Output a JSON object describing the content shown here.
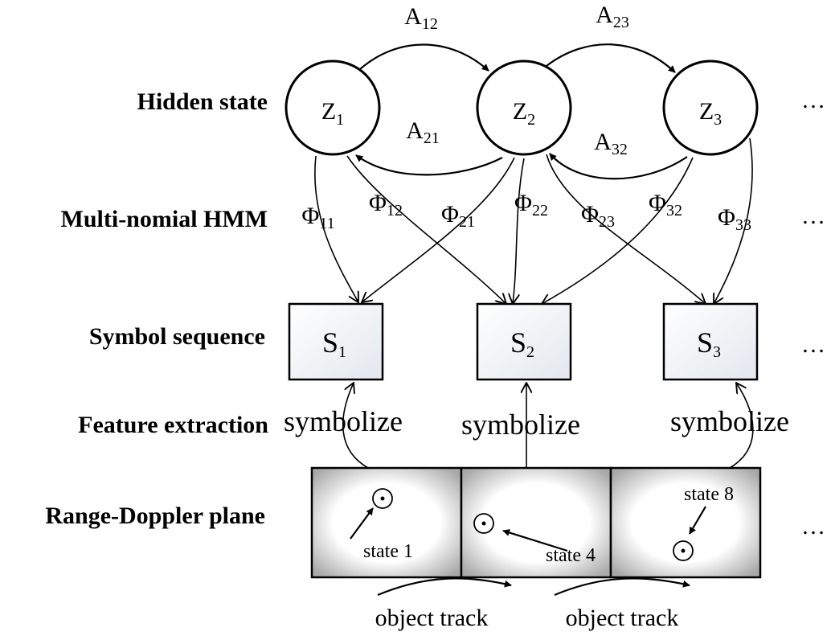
{
  "rows": {
    "hidden_state": "Hidden state",
    "hmm": "Multi-nomial HMM",
    "symbol_sequence": "Symbol sequence",
    "feature_extraction": "Feature extraction",
    "range_doppler": "Range-Doppler plane"
  },
  "states": [
    {
      "base": "Z",
      "sub": "1"
    },
    {
      "base": "Z",
      "sub": "2"
    },
    {
      "base": "Z",
      "sub": "3"
    }
  ],
  "transitions": [
    {
      "base": "A",
      "sub": "12"
    },
    {
      "base": "A",
      "sub": "23"
    },
    {
      "base": "A",
      "sub": "21"
    },
    {
      "base": "A",
      "sub": "32"
    }
  ],
  "emissions": [
    {
      "base": "Φ",
      "sub": "11"
    },
    {
      "base": "Φ",
      "sub": "12"
    },
    {
      "base": "Φ",
      "sub": "21"
    },
    {
      "base": "Φ",
      "sub": "22"
    },
    {
      "base": "Φ",
      "sub": "23"
    },
    {
      "base": "Φ",
      "sub": "32"
    },
    {
      "base": "Φ",
      "sub": "33"
    }
  ],
  "symbols": [
    {
      "base": "S",
      "sub": "1"
    },
    {
      "base": "S",
      "sub": "2"
    },
    {
      "base": "S",
      "sub": "3"
    }
  ],
  "symbolize": [
    "symbolize",
    "symbolize",
    "symbolize"
  ],
  "frames": [
    {
      "state_label": "state 1"
    },
    {
      "state_label": "state 4"
    },
    {
      "state_label": "state 8"
    }
  ],
  "object_track": [
    "object track",
    "object track"
  ],
  "ellipsis": "…"
}
